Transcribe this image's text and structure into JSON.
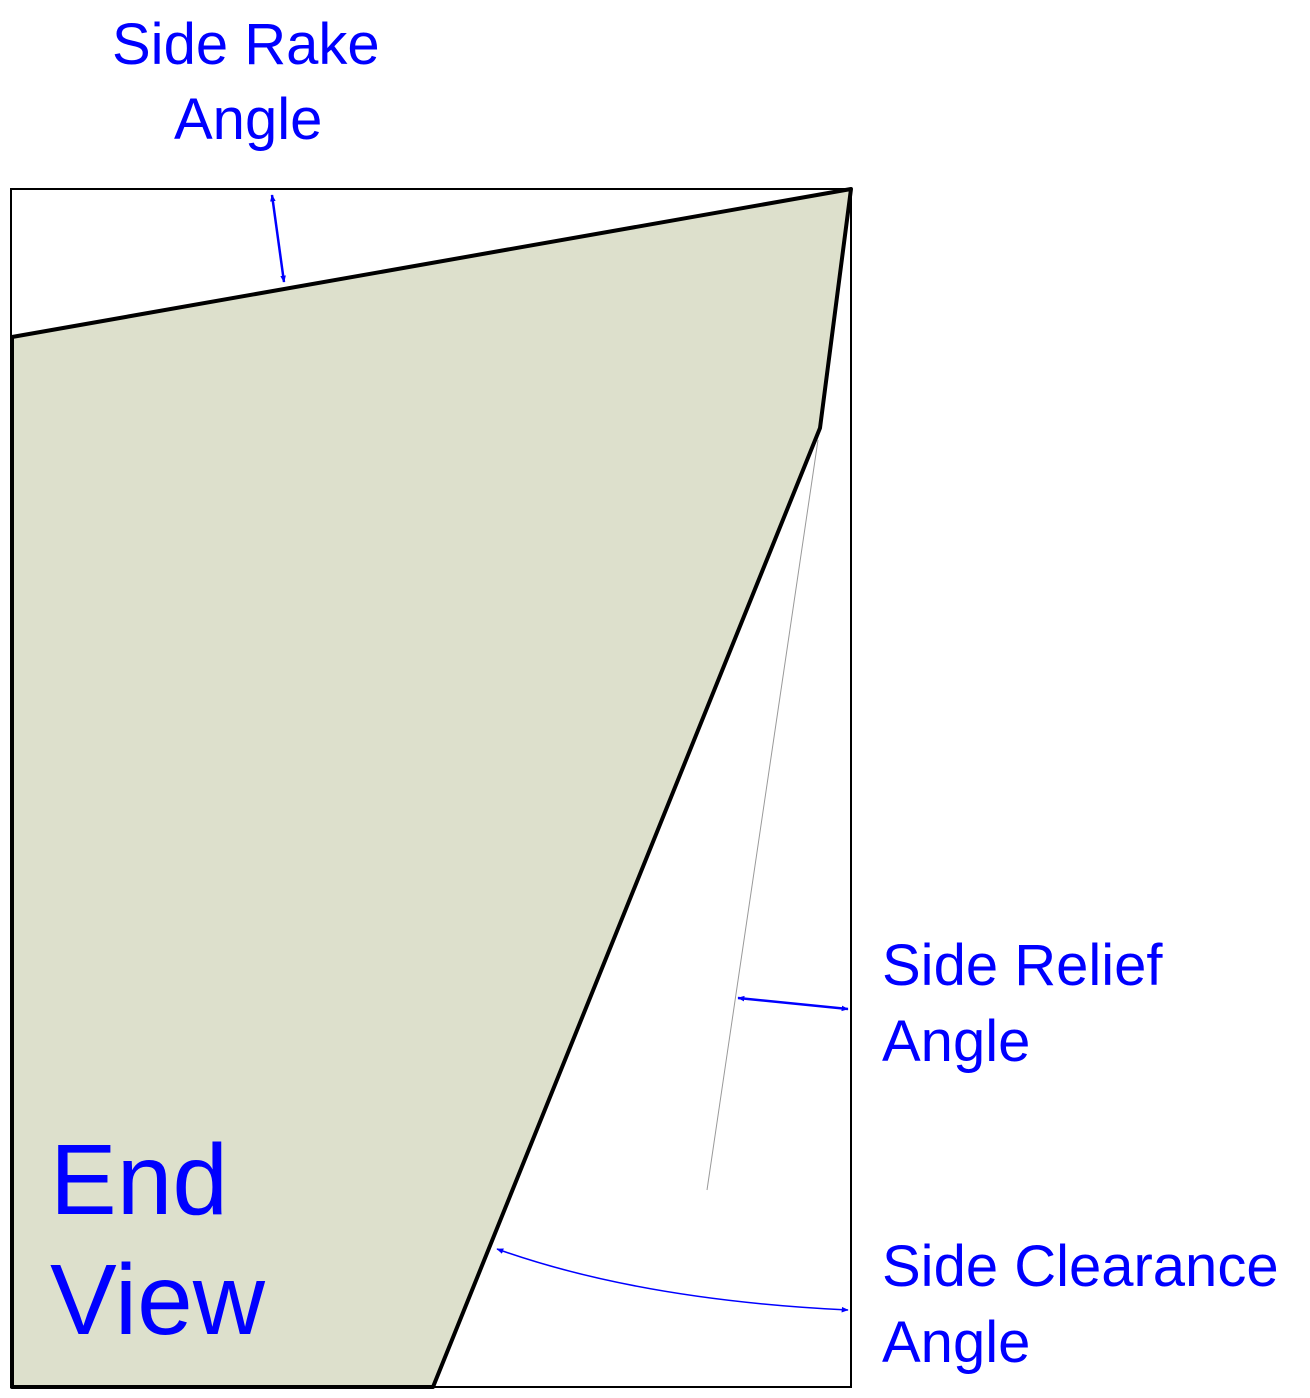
{
  "labels": {
    "side_rake": {
      "line1": "Side Rake",
      "line2": "Angle"
    },
    "side_relief": {
      "line1": "Side Relief",
      "line2": "Angle"
    },
    "side_clearance": {
      "line1": "Side Clearance",
      "line2": "Angle"
    },
    "view": {
      "line1": "End",
      "line2": "View"
    }
  },
  "colors": {
    "annotation": "#0000ff",
    "tool_fill": "#dde0cc",
    "outline": "#000000",
    "frame": "#000000",
    "reference_line": "#999999"
  }
}
